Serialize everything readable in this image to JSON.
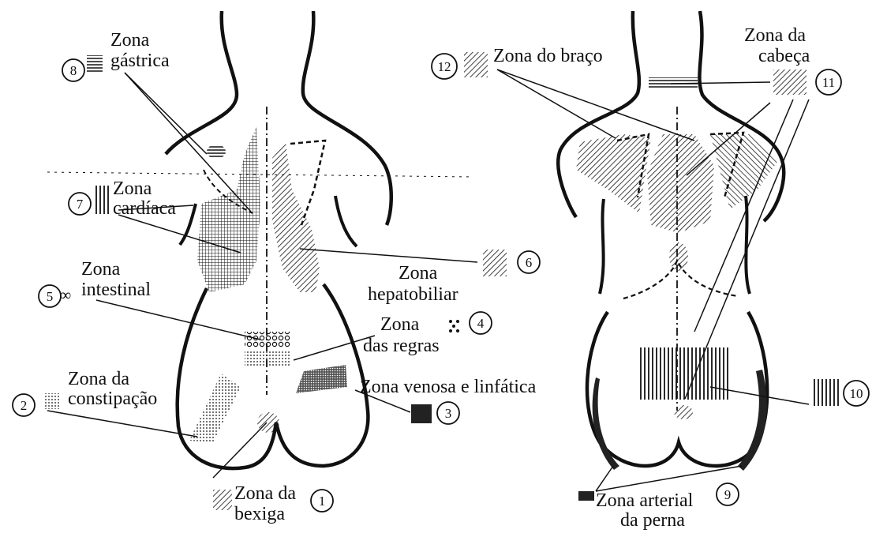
{
  "labels": {
    "zona_gastrica_1": "Zona",
    "zona_gastrica_2": "gástrica",
    "zona_cardiaca_1": "Zona",
    "zona_cardiaca_2": "cardíaca",
    "zona_intestinal_1": "Zona",
    "zona_intestinal_2": "intestinal",
    "zona_constipacao_1": "Zona da",
    "zona_constipacao_2": "constipação",
    "zona_bexiga_1": "Zona da",
    "zona_bexiga_2": "bexiga",
    "zona_hepatobiliar_1": "Zona",
    "zona_hepatobiliar_2": "hepatobiliar",
    "zona_regras_1": "Zona",
    "zona_regras_2": "das regras",
    "zona_venosa": "Zona venosa e linfática",
    "zona_braco": "Zona do braço",
    "zona_cabeca_1": "Zona da",
    "zona_cabeca_2": "cabeça",
    "zona_arterial_1": "Zona arterial",
    "zona_arterial_2": "da perna"
  },
  "numbers": {
    "n1": "1",
    "n2": "2",
    "n3": "3",
    "n4": "4",
    "n5": "5",
    "n6": "6",
    "n7": "7",
    "n8": "8",
    "n9": "9",
    "n10": "10",
    "n11": "11",
    "n12": "12"
  },
  "colors": {
    "ink": "#111111",
    "paper": "#ffffff"
  }
}
